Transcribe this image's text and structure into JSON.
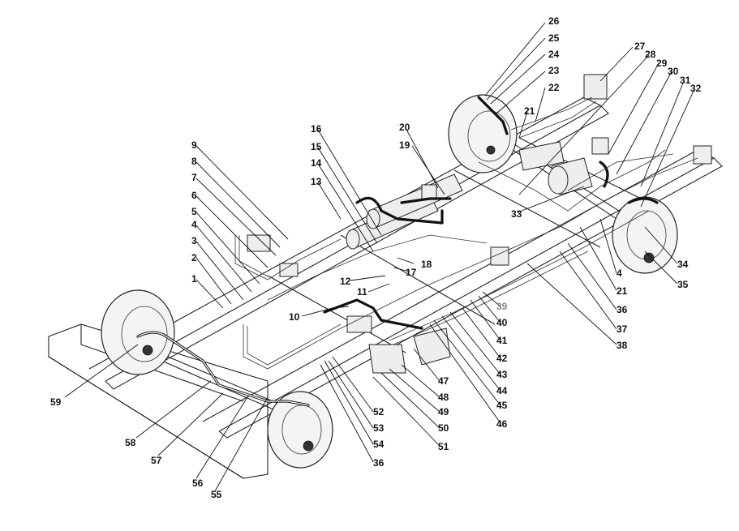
{
  "callouts": [
    {
      "id": "26",
      "text": "26"
    },
    {
      "id": "25",
      "text": "25"
    },
    {
      "id": "24",
      "text": "24"
    },
    {
      "id": "23",
      "text": "23"
    },
    {
      "id": "22",
      "text": "22"
    },
    {
      "id": "21a",
      "text": "21"
    },
    {
      "id": "27",
      "text": "27"
    },
    {
      "id": "28",
      "text": "28"
    },
    {
      "id": "29",
      "text": "29"
    },
    {
      "id": "30",
      "text": "30"
    },
    {
      "id": "31",
      "text": "31"
    },
    {
      "id": "32",
      "text": "32"
    },
    {
      "id": "20",
      "text": "20"
    },
    {
      "id": "19",
      "text": "19"
    },
    {
      "id": "16",
      "text": "16"
    },
    {
      "id": "15",
      "text": "15"
    },
    {
      "id": "14",
      "text": "14"
    },
    {
      "id": "13",
      "text": "13"
    },
    {
      "id": "9",
      "text": "9"
    },
    {
      "id": "8",
      "text": "8"
    },
    {
      "id": "7",
      "text": "7"
    },
    {
      "id": "6",
      "text": "6"
    },
    {
      "id": "5",
      "text": "5"
    },
    {
      "id": "4a",
      "text": "4"
    },
    {
      "id": "3",
      "text": "3"
    },
    {
      "id": "2",
      "text": "2"
    },
    {
      "id": "1",
      "text": "1"
    },
    {
      "id": "33",
      "text": "33"
    },
    {
      "id": "18",
      "text": "18"
    },
    {
      "id": "17",
      "text": "17"
    },
    {
      "id": "12",
      "text": "12"
    },
    {
      "id": "11",
      "text": "11"
    },
    {
      "id": "10",
      "text": "10"
    },
    {
      "id": "34",
      "text": "34"
    },
    {
      "id": "35",
      "text": "35"
    },
    {
      "id": "4b",
      "text": "4"
    },
    {
      "id": "21b",
      "text": "21"
    },
    {
      "id": "36a",
      "text": "36"
    },
    {
      "id": "37",
      "text": "37"
    },
    {
      "id": "38",
      "text": "38"
    },
    {
      "id": "39",
      "text": "39"
    },
    {
      "id": "40",
      "text": "40"
    },
    {
      "id": "41",
      "text": "41"
    },
    {
      "id": "42",
      "text": "42"
    },
    {
      "id": "43",
      "text": "43"
    },
    {
      "id": "44",
      "text": "44"
    },
    {
      "id": "45",
      "text": "45"
    },
    {
      "id": "46",
      "text": "46"
    },
    {
      "id": "47",
      "text": "47"
    },
    {
      "id": "48",
      "text": "48"
    },
    {
      "id": "49",
      "text": "49"
    },
    {
      "id": "50",
      "text": "50"
    },
    {
      "id": "51",
      "text": "51"
    },
    {
      "id": "52",
      "text": "52"
    },
    {
      "id": "53",
      "text": "53"
    },
    {
      "id": "54",
      "text": "54"
    },
    {
      "id": "36b",
      "text": "36"
    },
    {
      "id": "59",
      "text": "59"
    },
    {
      "id": "58",
      "text": "58"
    },
    {
      "id": "57",
      "text": "57"
    },
    {
      "id": "56",
      "text": "56"
    },
    {
      "id": "55",
      "text": "55"
    }
  ],
  "colors": {
    "ink": "#111111",
    "dim_label": "#8a8a8a",
    "background": "#ffffff"
  }
}
